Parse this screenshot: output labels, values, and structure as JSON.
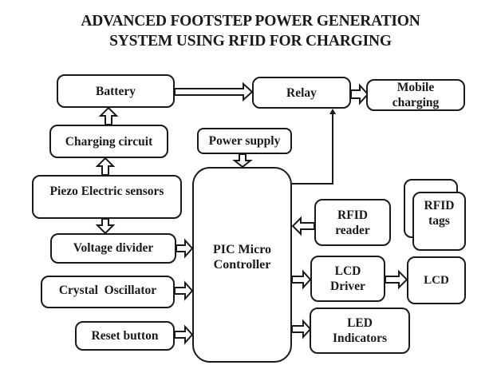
{
  "title": {
    "line1": "ADVANCED FOOTSTEP POWER GENERATION",
    "line2": "SYSTEM USING RFID FOR CHARGING"
  },
  "blocks": {
    "battery": "Battery",
    "relay": "Relay",
    "mobile_charging": [
      "Mobile",
      "charging"
    ],
    "charging_circuit": "Charging circuit",
    "power_supply": "Power supply",
    "piezo_sensors": "Piezo Electric sensors",
    "pic_controller": [
      "PIC Micro",
      "Controller"
    ],
    "voltage_divider": "Voltage divider",
    "crystal_oscillator": "Crystal  Oscillator",
    "reset_button": "Reset button",
    "rfid_reader": [
      "RFID",
      "reader"
    ],
    "rfid_tags": [
      "RFID",
      "tags"
    ],
    "lcd_driver": [
      "LCD",
      "Driver"
    ],
    "lcd": "LCD",
    "led_indicators": [
      "LED",
      "Indicators"
    ]
  },
  "connections": [
    {
      "from": "battery",
      "to": "relay",
      "style": "block-arrow"
    },
    {
      "from": "relay",
      "to": "mobile_charging",
      "style": "block-arrow"
    },
    {
      "from": "charging_circuit",
      "to": "battery",
      "style": "block-arrow"
    },
    {
      "from": "piezo_sensors",
      "to": "charging_circuit",
      "style": "block-arrow"
    },
    {
      "from": "piezo_sensors",
      "to": "voltage_divider",
      "style": "block-arrow"
    },
    {
      "from": "power_supply",
      "to": "pic_controller",
      "style": "block-arrow"
    },
    {
      "from": "voltage_divider",
      "to": "pic_controller",
      "style": "block-arrow"
    },
    {
      "from": "crystal_oscillator",
      "to": "pic_controller",
      "style": "block-arrow"
    },
    {
      "from": "reset_button",
      "to": "pic_controller",
      "style": "block-arrow"
    },
    {
      "from": "rfid_reader",
      "to": "pic_controller",
      "style": "block-arrow"
    },
    {
      "from": "pic_controller",
      "to": "lcd_driver",
      "style": "block-arrow"
    },
    {
      "from": "lcd_driver",
      "to": "lcd",
      "style": "block-arrow"
    },
    {
      "from": "pic_controller",
      "to": "led_indicators",
      "style": "block-arrow"
    },
    {
      "from": "pic_controller",
      "to": "relay",
      "style": "line-arrow"
    }
  ]
}
